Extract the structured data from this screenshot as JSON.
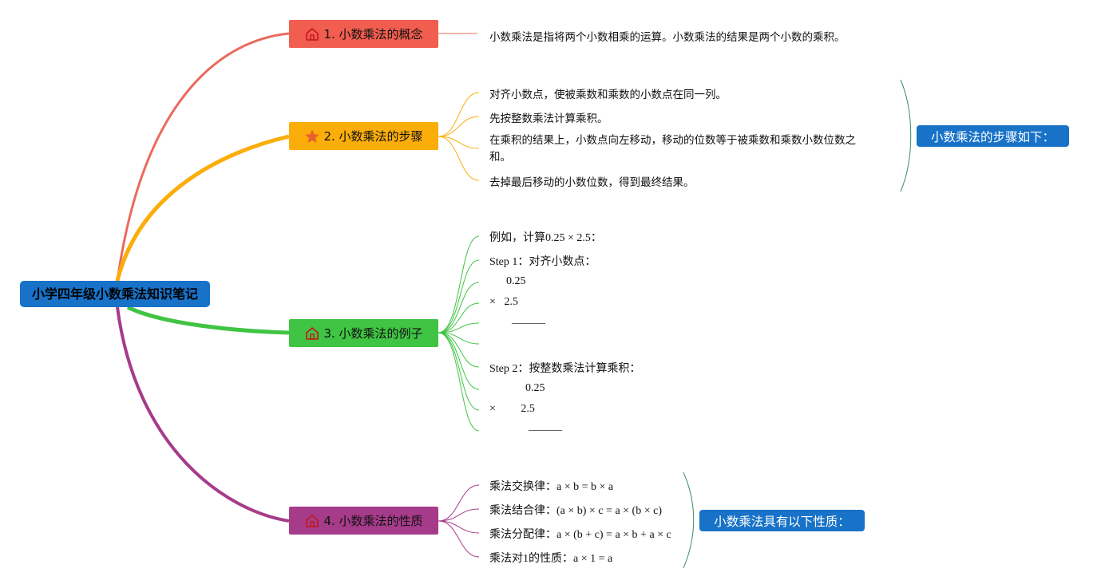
{
  "root": {
    "title": "小学四年级小数乘法知识笔记"
  },
  "branches": [
    {
      "label": "1. 小数乘法的概念",
      "icon": "house-icon",
      "color": "#f15d4f"
    },
    {
      "label": "2. 小数乘法的步骤",
      "icon": "star-icon",
      "color": "#fbad0a"
    },
    {
      "label": "3. 小数乘法的例子",
      "icon": "house-icon",
      "color": "#40c443"
    },
    {
      "label": "4. 小数乘法的性质",
      "icon": "house-icon",
      "color": "#a63b8a"
    }
  ],
  "concept": {
    "text": "小数乘法是指将两个小数相乘的运算。小数乘法的结果是两个小数的乘积。"
  },
  "steps": {
    "items": [
      "对齐小数点，使被乘数和乘数的小数点在同一列。",
      "先按整数乘法计算乘积。",
      "在乘积的结果上，小数点向左移动，移动的位数等于被乘数和乘数小数位数之和。",
      "去掉最后移动的小数位数，得到最终结果。"
    ],
    "summary": "小数乘法的步骤如下："
  },
  "example": {
    "intro": "例如，计算0.25 × 2.5：",
    "step1_title": "Step 1：对齐小数点：",
    "step1_line1": "0.25",
    "step1_line2": "×   2.5",
    "step1_rule": "______",
    "step2_title": "Step 2：按整数乘法计算乘积：",
    "step2_line1": "0.25",
    "step2_line2": "×         2.5",
    "step2_rule": "______"
  },
  "properties": {
    "items": [
      "乘法交换律：a × b = b × a",
      "乘法结合律：(a × b) × c = a × (b × c)",
      "乘法分配律：a × (b + c) = a × b + a × c",
      "乘法对1的性质：a × 1 = a"
    ],
    "summary": "小数乘法具有以下性质："
  },
  "colors": {
    "root": "#1772c8",
    "summary": "#1772c8",
    "bracket": "#3a8a6a"
  }
}
